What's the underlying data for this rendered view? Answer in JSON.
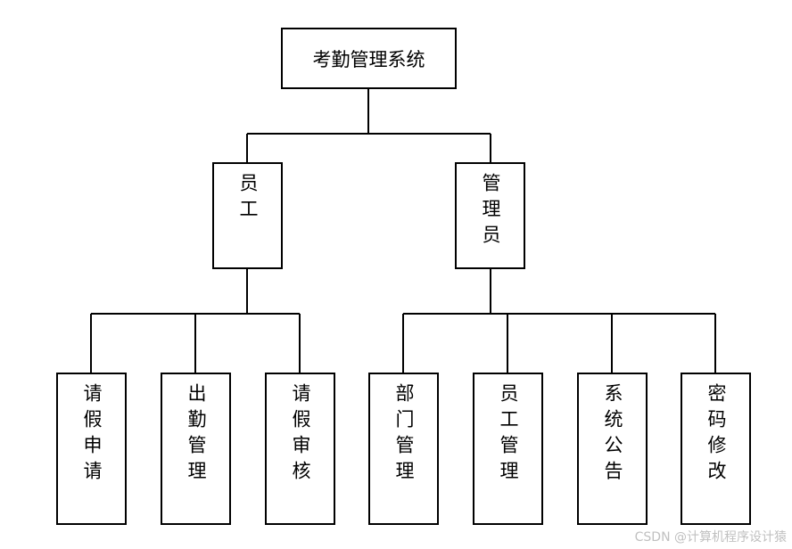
{
  "diagram": {
    "root": {
      "label": "考勤管理系统"
    },
    "branches": [
      {
        "label": "员工",
        "children": [
          "请假申请",
          "出勤管理",
          "请假审核"
        ]
      },
      {
        "label": "管理员",
        "children": [
          "部门管理",
          "员工管理",
          "系统公告",
          "密码修改"
        ]
      }
    ]
  },
  "watermark": "CSDN @计算机程序设计猿"
}
